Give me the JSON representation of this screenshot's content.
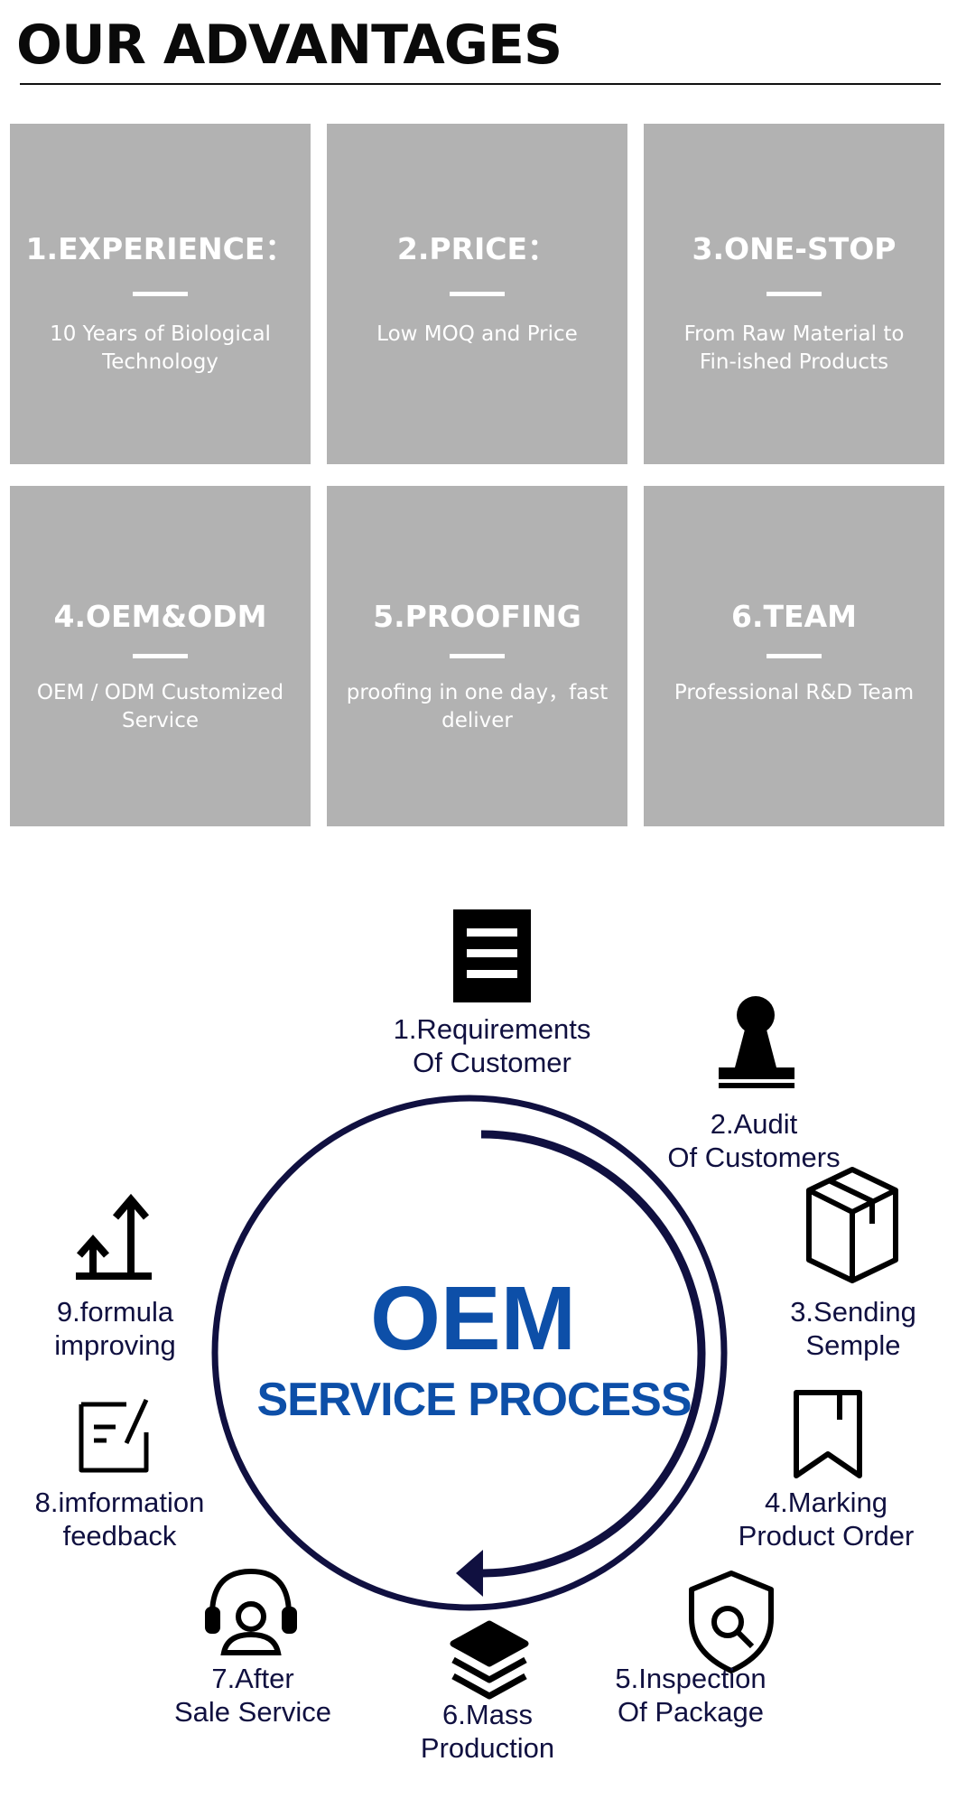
{
  "header": {
    "title": "OUR ADVANTAGES"
  },
  "advantages": [
    {
      "title": "1.EXPERIENCE：",
      "desc": "10 Years of Biological Technology"
    },
    {
      "title": "2.PRICE：",
      "desc": "Low MOQ and Price"
    },
    {
      "title": "3.ONE-STOP",
      "desc": "From Raw Material to Fin-ished Products"
    },
    {
      "title": "4.OEM&ODM",
      "desc": "OEM / ODM Customized Service"
    },
    {
      "title": "5.PROOFING",
      "desc": "proofing in one day，fast deliver"
    },
    {
      "title": "6.TEAM",
      "desc": "Professional R&D Team"
    }
  ],
  "diagram": {
    "center_title": "OEM",
    "center_subtitle": "SERVICE PROCESS",
    "steps": [
      {
        "line1": "1.Requirements",
        "line2": "Of Customer",
        "icon": "document-icon"
      },
      {
        "line1": "2.Audit",
        "line2": "Of Customers",
        "icon": "stamp-icon"
      },
      {
        "line1": "3.Sending",
        "line2": "Semple",
        "icon": "box-icon"
      },
      {
        "line1": "4.Marking",
        "line2": "Product Order",
        "icon": "bookmark-icon"
      },
      {
        "line1": "5.Inspection",
        "line2": "Of Package",
        "icon": "shield-search-icon"
      },
      {
        "line1": "6.Mass",
        "line2": "Production",
        "icon": "layers-icon"
      },
      {
        "line1": "7.After",
        "line2": "Sale Service",
        "icon": "headset-icon"
      },
      {
        "line1": "8.imformation",
        "line2": "feedback",
        "icon": "edit-note-icon"
      },
      {
        "line1": "9.formula",
        "line2": "improving",
        "icon": "arrows-up-icon"
      }
    ],
    "colors": {
      "navy": "#101040",
      "blue": "#0d4fa8",
      "card": "#b2b2b2"
    }
  }
}
